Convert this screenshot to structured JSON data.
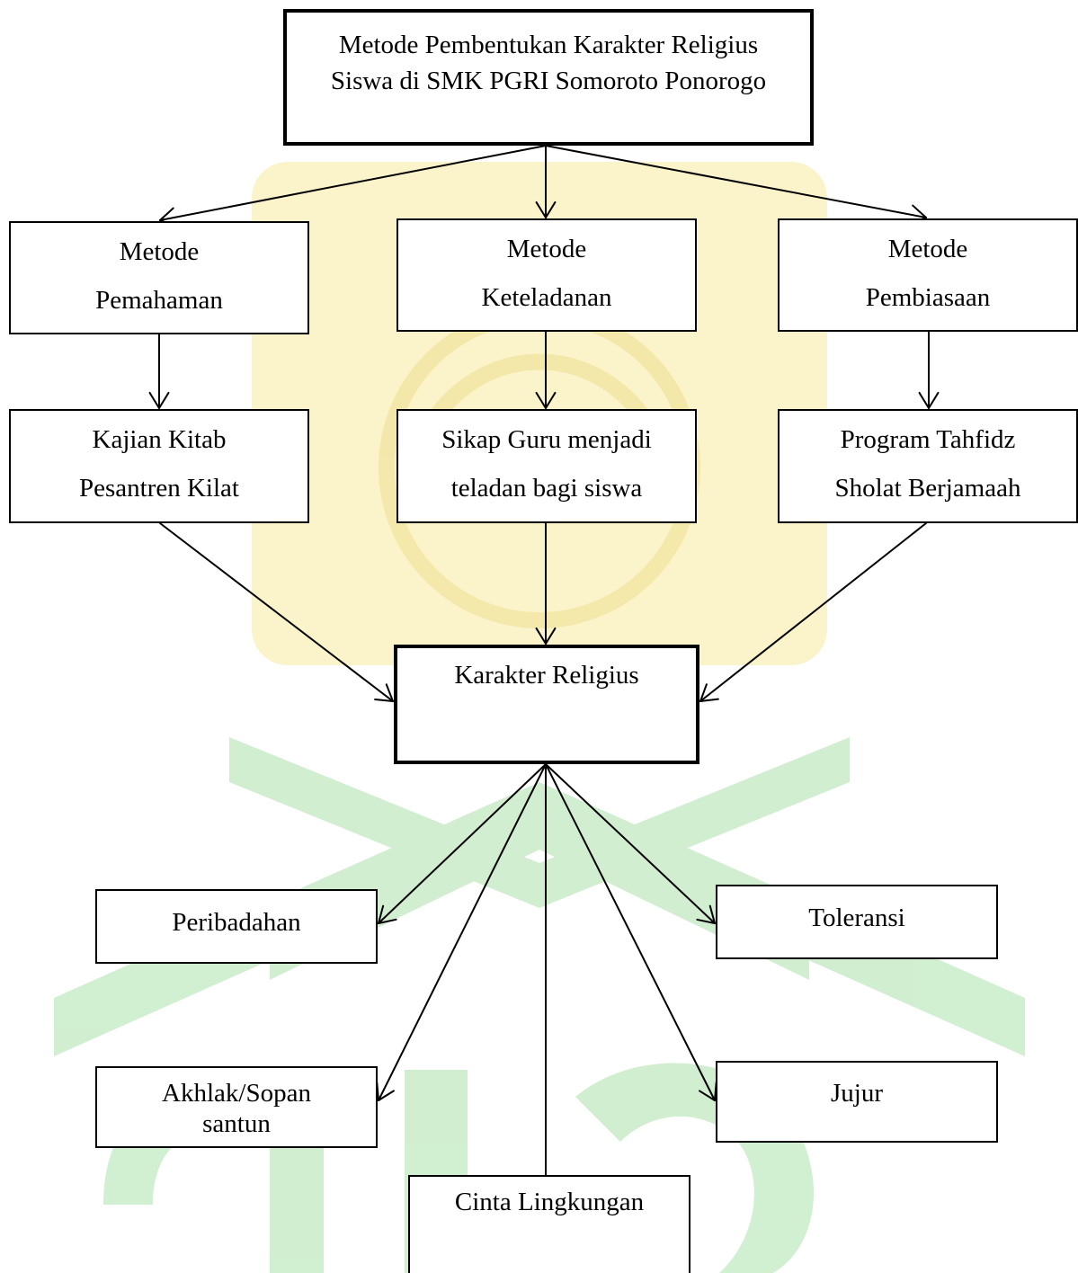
{
  "diagram": {
    "root": {
      "line1": "Metode Pembentukan Karakter Religius",
      "line2": "Siswa di SMK PGRI Somoroto Ponorogo"
    },
    "methods": [
      {
        "line1": "Metode",
        "line2": "Pemahaman"
      },
      {
        "line1": "Metode",
        "line2": "Keteladanan"
      },
      {
        "line1": "Metode",
        "line2": "Pembiasaan"
      }
    ],
    "activities": [
      {
        "line1": "Kajian Kitab",
        "line2": "Pesantren Kilat"
      },
      {
        "line1": "Sikap Guru menjadi",
        "line2": "teladan bagi siswa"
      },
      {
        "line1": "Program Tahfidz",
        "line2": "Sholat Berjamaah"
      }
    ],
    "center": {
      "label": "Karakter Religius"
    },
    "outcomes": {
      "peribadahan": "Peribadahan",
      "toleransi": "Toleransi",
      "akhlak_line1": "Akhlak/Sopan",
      "akhlak_line2": "santun",
      "jujur": "Jujur",
      "cinta_lingkungan": "Cinta Lingkungan"
    }
  },
  "colors": {
    "line": "#000000",
    "watermark_green": "#c9ecc9",
    "watermark_yellow": "#fbf3c4"
  }
}
